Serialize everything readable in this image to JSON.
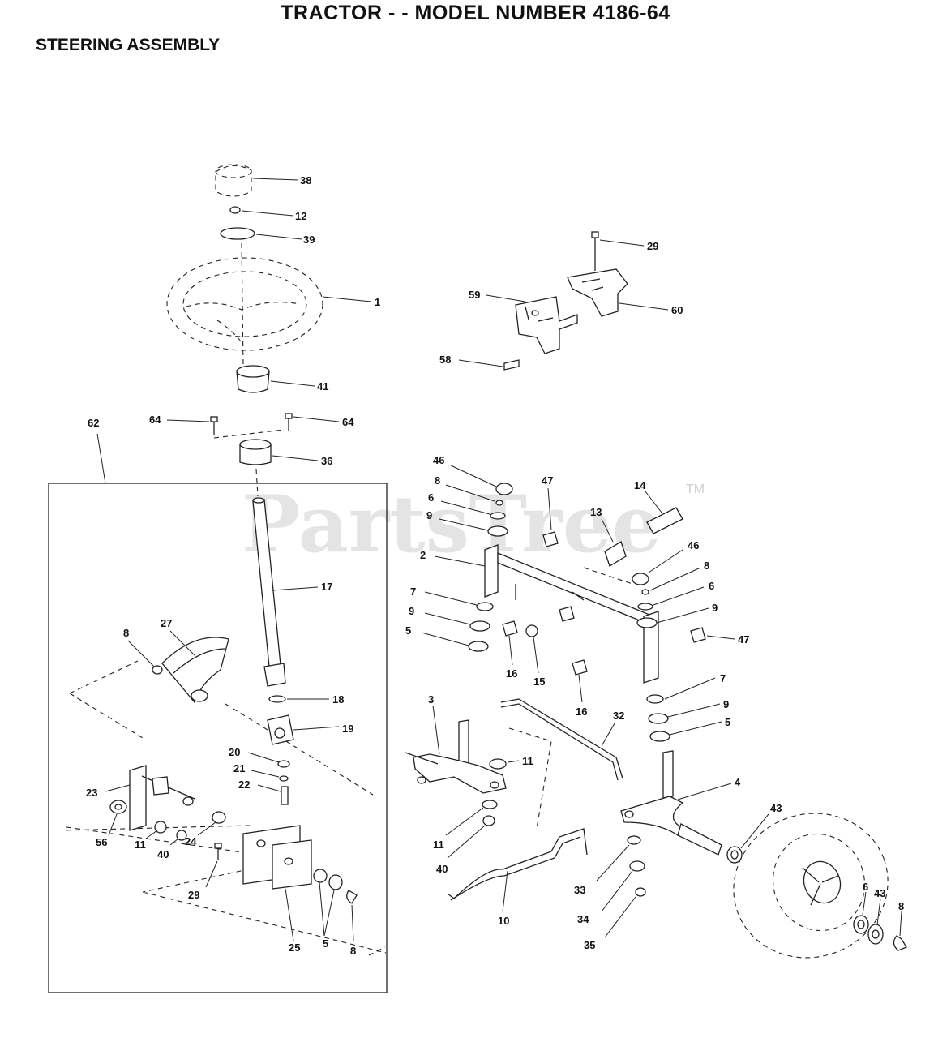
{
  "header": {
    "title": "TRACTOR - - MODEL NUMBER 4186-64",
    "section": "STEERING ASSEMBLY"
  },
  "watermark": {
    "text": "PartsTree",
    "tm": "TM"
  },
  "callouts": [
    {
      "id": "c38",
      "text": "38"
    },
    {
      "id": "c12",
      "text": "12"
    },
    {
      "id": "c39",
      "text": "39"
    },
    {
      "id": "c1",
      "text": "1"
    },
    {
      "id": "c41",
      "text": "41"
    },
    {
      "id": "c64a",
      "text": "64"
    },
    {
      "id": "c64b",
      "text": "64"
    },
    {
      "id": "c36",
      "text": "36"
    },
    {
      "id": "c62",
      "text": "62"
    },
    {
      "id": "c17",
      "text": "17"
    },
    {
      "id": "c27",
      "text": "27"
    },
    {
      "id": "c8a",
      "text": "8"
    },
    {
      "id": "c18",
      "text": "18"
    },
    {
      "id": "c19",
      "text": "19"
    },
    {
      "id": "c20",
      "text": "20"
    },
    {
      "id": "c21",
      "text": "21"
    },
    {
      "id": "c22",
      "text": "22"
    },
    {
      "id": "c23",
      "text": "23"
    },
    {
      "id": "c56",
      "text": "56"
    },
    {
      "id": "c11a",
      "text": "11"
    },
    {
      "id": "c40a",
      "text": "40"
    },
    {
      "id": "c24",
      "text": "24"
    },
    {
      "id": "c29a",
      "text": "29"
    },
    {
      "id": "c25",
      "text": "25"
    },
    {
      "id": "c5a",
      "text": "5"
    },
    {
      "id": "c8b",
      "text": "8"
    },
    {
      "id": "c29b",
      "text": "29"
    },
    {
      "id": "c59",
      "text": "59"
    },
    {
      "id": "c60",
      "text": "60"
    },
    {
      "id": "c58",
      "text": "58"
    },
    {
      "id": "c46a",
      "text": "46"
    },
    {
      "id": "c8c",
      "text": "8"
    },
    {
      "id": "c6a",
      "text": "6"
    },
    {
      "id": "c9a",
      "text": "9"
    },
    {
      "id": "c2",
      "text": "2"
    },
    {
      "id": "c47a",
      "text": "47"
    },
    {
      "id": "c13",
      "text": "13"
    },
    {
      "id": "c14",
      "text": "14"
    },
    {
      "id": "c46b",
      "text": "46"
    },
    {
      "id": "c8d",
      "text": "8"
    },
    {
      "id": "c6b",
      "text": "6"
    },
    {
      "id": "c9b",
      "text": "9"
    },
    {
      "id": "c47b",
      "text": "47"
    },
    {
      "id": "c7a",
      "text": "7"
    },
    {
      "id": "c9c",
      "text": "9"
    },
    {
      "id": "c5b",
      "text": "5"
    },
    {
      "id": "c16a",
      "text": "16"
    },
    {
      "id": "c15",
      "text": "15"
    },
    {
      "id": "c16b",
      "text": "16"
    },
    {
      "id": "c7b",
      "text": "7"
    },
    {
      "id": "c9d",
      "text": "9"
    },
    {
      "id": "c5c",
      "text": "5"
    },
    {
      "id": "c3",
      "text": "3"
    },
    {
      "id": "c11b",
      "text": "11"
    },
    {
      "id": "c32",
      "text": "32"
    },
    {
      "id": "c4",
      "text": "4"
    },
    {
      "id": "c11c",
      "text": "11"
    },
    {
      "id": "c40b",
      "text": "40"
    },
    {
      "id": "c10",
      "text": "10"
    },
    {
      "id": "c33",
      "text": "33"
    },
    {
      "id": "c34",
      "text": "34"
    },
    {
      "id": "c35",
      "text": "35"
    },
    {
      "id": "c43a",
      "text": "43"
    },
    {
      "id": "c6c",
      "text": "6"
    },
    {
      "id": "c43b",
      "text": "43"
    },
    {
      "id": "c8e",
      "text": "8"
    }
  ]
}
